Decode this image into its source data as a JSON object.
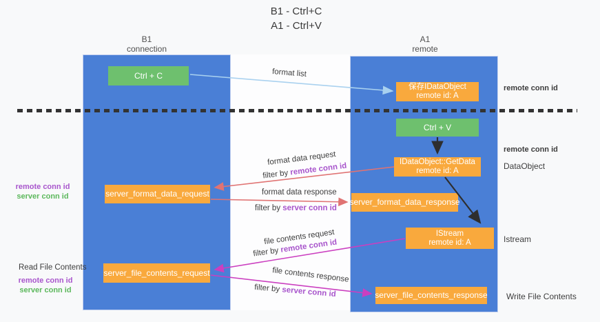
{
  "title": {
    "line1": "B1 - Ctrl+C",
    "line2": "A1 - Ctrl+V"
  },
  "lanes": {
    "left": {
      "title": "B1",
      "subtitle": "connection"
    },
    "right": {
      "title": "A1",
      "subtitle": "remote"
    }
  },
  "nodes": {
    "ctrl_c": {
      "label": "Ctrl + C"
    },
    "ctrl_v": {
      "label": "Ctrl + V"
    },
    "save_dataobject": {
      "line1": "保存IDataObject",
      "line2": "remote id: A"
    },
    "getdata": {
      "line1": "IDataObject::GetData",
      "line2": "remote id: A"
    },
    "istream": {
      "line1": "IStream",
      "line2": "remote id: A"
    },
    "server_format_data_request": {
      "label": "server_format_data_request"
    },
    "server_format_data_response": {
      "label": "server_format_data_response"
    },
    "server_file_contents_request": {
      "label": "server_file_contents_request"
    },
    "server_file_contents_response": {
      "label": "server_file_contents_response"
    }
  },
  "edges": {
    "format_list": {
      "label": "format list"
    },
    "format_data_request": {
      "label": "format data request",
      "filter_prefix": "filter by ",
      "filter_key": "remote conn id"
    },
    "format_data_response": {
      "label": "format data response",
      "filter_prefix": "filter by ",
      "filter_key": "server conn id"
    },
    "file_contents_request": {
      "label": "file contents request",
      "filter_prefix": "filter by ",
      "filter_key": "remote conn id"
    },
    "file_contents_response": {
      "label": "file contents response",
      "filter_prefix": "filter by ",
      "filter_key": "server conn id"
    }
  },
  "annotations": {
    "right_remote_conn_id_1": "remote conn id",
    "right_remote_conn_id_2": "remote conn id",
    "dataobject": "DataObject",
    "istream": "Istream",
    "write_file_contents": "Write File Contents",
    "read_file_contents": "Read File Contents",
    "left_top": {
      "remote": "remote conn id",
      "server": "server conn id"
    },
    "left_bottom": {
      "remote": "remote conn id",
      "server": "server conn id"
    }
  },
  "colors": {
    "lane_blue": "#4a7fd6",
    "node_green": "#6ec06e",
    "node_orange": "#f9a93d",
    "arrow_light_blue": "#a9d1ef",
    "arrow_red": "#e07373",
    "arrow_magenta": "#cb3fc0",
    "arrow_black": "#2e2e2e",
    "text_purple": "#a855cc",
    "text_green": "#5cb85c",
    "background": "#f8f9fa"
  }
}
